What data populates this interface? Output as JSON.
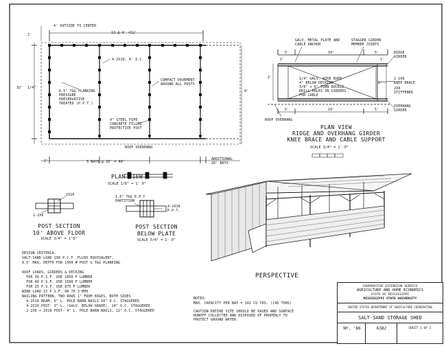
{
  "plan": {
    "top_dim_outside": "4' OUTSIDE TO CENTER",
    "top_dim_span": "13 @ 4' =52'",
    "left_dim_small": "2'",
    "left_dim_depth": "32'",
    "left_dim_quarter": "1/4\"",
    "right_dim": "8'",
    "bottom_dim_small": "2'",
    "bottom_dim_span": "3 BAYS @ 20' = 60'",
    "additional_bays": "ADDITIONAL\n20' BAYS",
    "roof_overhang": "ROOF OVERHANG",
    "note_planking": "6.5\" T&G PLANKING\nPRESSURE\nPRESERVATIVE\nTREATED (P.P.T.)",
    "note_girder": "4-2X10, 4' O.C.",
    "note_pavement": "COMPACT PAVEMENT\nAROUND ALL POSTS",
    "note_pipe": "4\" STEEL PIPE\nCONCRETE FILLED\nPROTECTIVE POST",
    "title": "PLAN VIEW",
    "scale": "SCALE 1/8\" = 1' 0\""
  },
  "girder": {
    "note_metal_plate": "GALV. METAL PLATE AND\nCABLE ANCHOR",
    "note_stagger": "STAGGER GIRDER\nMEMBER JOINTS",
    "note_ridge": "RIDGE\nGIRDER",
    "note_knee": "2-2X6\nKNEE BRACE",
    "note_stiffener": "2X8\nSTIFFENER",
    "note_overhang_girder": "OVERHANG\nGIRDER",
    "note_wire_rope": "1/4\" GALV. WIRE ROPE\n4\" BELOW DECKING\n3/8\" x 6\" TURN BUCKLE\nDRILL HOLES IN GIRDERS\nFOR CABLE",
    "note_roof_overhang": "ROOF OVERHANG",
    "dim_5a": "5'",
    "dim_10a": "10'",
    "dim_5b": "5'",
    "dim_1a": "1'",
    "dim_1b": "1'",
    "dim_2": "2'",
    "dim_6": "6'",
    "dim_5c": "5'",
    "dim_10b": "10'",
    "dim_5d": "5'",
    "title1": "PLAN VIEW",
    "title2": "RIDGE AND OVERHANG GIRDER",
    "title3": "KNEE BRACE AND CABLE SUPPORT",
    "scale": "SCALE 3/4\" = 1'-0\""
  },
  "small_plan": {
    "title": "PLAN VIEW",
    "scale": "SCALE 1/8\" = 1' 0\""
  },
  "post_section_1": {
    "label_2x10": "2X10",
    "label_2x6": "2-2X6",
    "title1": "POST SECTION",
    "title2": "10' ABOVE FLOOR",
    "scale": "SCALE 3/4\" = 1'0\""
  },
  "post_section_2": {
    "label_partition": "1.5\" T&G P.P.T.\nPARTITION",
    "label_2x10": "4-2X10\nP.P.T.",
    "title1": "POST SECTION",
    "title2": "BELOW PLATE",
    "scale": "SCALE 3/4\" = 1'-0\""
  },
  "perspective": {
    "title": "PERSPECTIVE"
  },
  "design_criteria": {
    "heading": "DESIGN CRITERIA:",
    "lines": [
      "SALT-SAND LOAD 100 P.C.F. FLUID EQUIVALENT,",
      "9.5' MAX. DEPTH FOR 1500 # POST & T&G PLANKING",
      "",
      "ROOF LOADS, GIRDERS & DECKING",
      "  FOR 30 P.S.F. USE 1050 F LUMBER",
      "  FOR 40 P.S.F. USE 1500 F LUMBER",
      "  FOR 25 P.S.F. USE 875 F LUMBER",
      "WIND LOAD 15 P.S.F. OR 76.3 MPH",
      "NAILING PATTERN, TWO ROWS 1\" FROM EDGES, BOTH SIDES",
      "  4-2X10 BEAM- 5\" L. POLE BARN NAILS 10\" O.C. STAGGERED",
      "  4-2X10 POST- 3\" L. (GALV. BELOW GRADE), 14\" O.C. STAGGERED",
      "  2-2X6 + 2X10 POST- 4\" L. POLE BARN NAILS, 12\" O.C. STAGGERED"
    ]
  },
  "notes": {
    "heading": "NOTES:",
    "line1": "MAX. CAPACITY PER BAY = 142 CU YDS. (190 TONS)",
    "line2": "CAUTION ENTIRE SITE SHOULD BE PAVED AND SURFACE\nRUNOFF COLLECTED AND DISPOSED OF PROPERLY TO\nPROTECT GROUND WATER."
  },
  "title_block": {
    "line1": "COOPERATIVE EXTENSION SERVICE",
    "line2": "AGRICULTURE AND HOME ECONOMICS",
    "line3": "STATE OF MISSISSIPPI",
    "line4": "MISSISSIPPI STATE UNIVERSITY",
    "line5": "UNITED STATES DEPARTMENT OF AGRICULTURE COOPERATING",
    "title": "SALT-SAND STORAGE SHED",
    "code1": "NY. '86",
    "code2": "6382",
    "sheet": "SHEET 1 OF 2"
  }
}
